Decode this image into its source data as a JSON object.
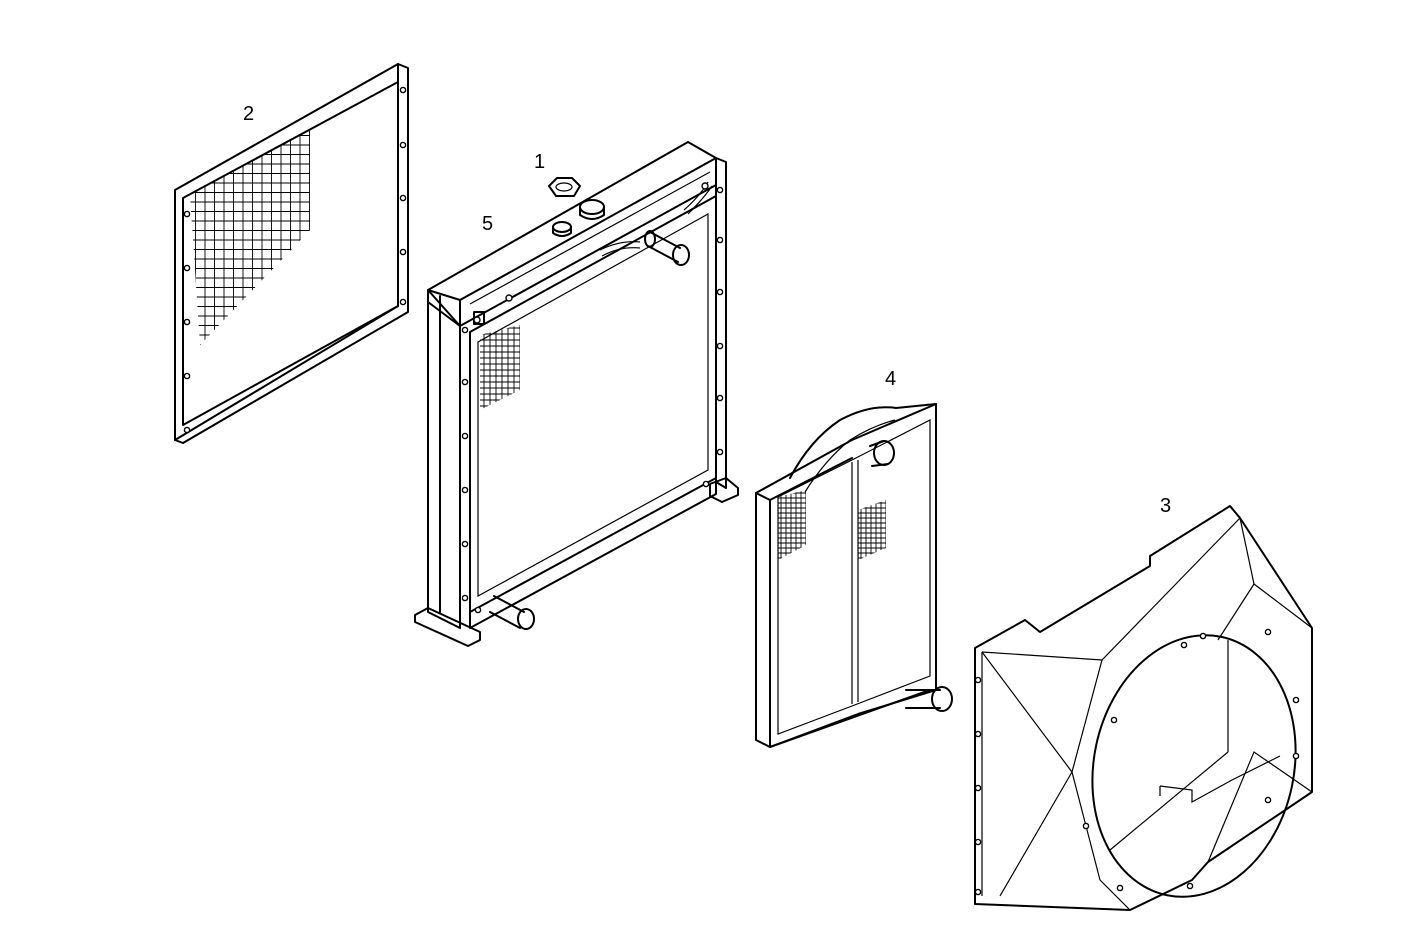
{
  "callouts": {
    "cap": "1",
    "mesh_screen": "2",
    "fan_shroud": "3",
    "intercooler": "4",
    "radiator": "5"
  }
}
